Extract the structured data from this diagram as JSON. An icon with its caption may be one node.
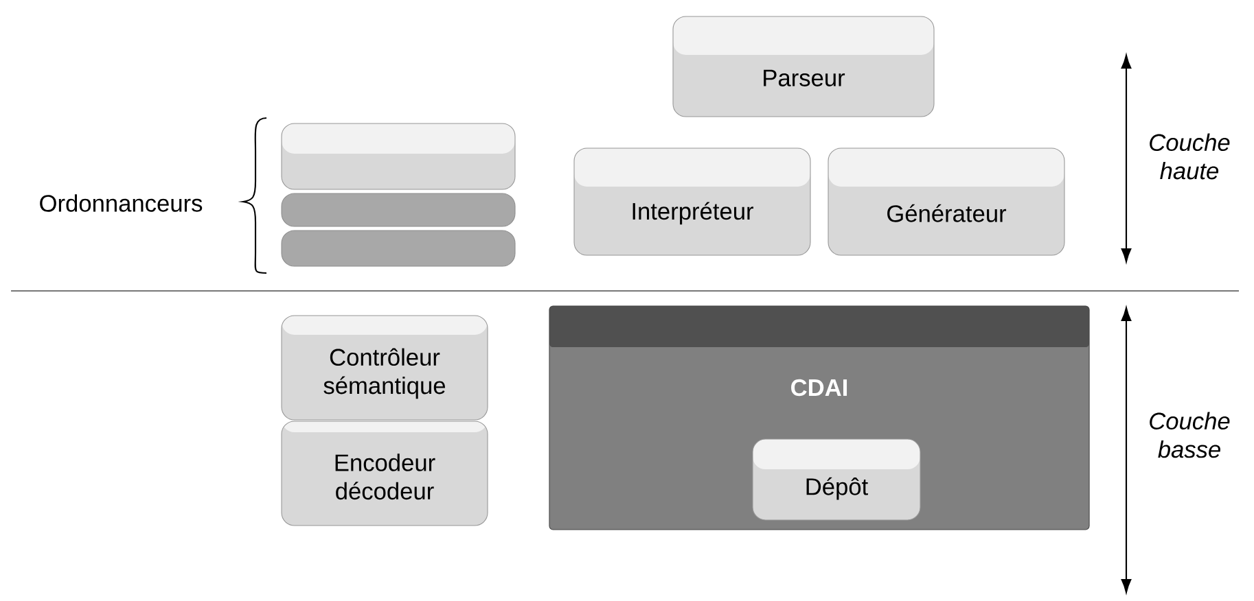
{
  "diagram": {
    "nodes": [
      {
        "text": [
          "Parseur"
        ]
      },
      {
        "text": [
          "Interpréteur"
        ]
      },
      {
        "text": [
          "Générateur"
        ]
      },
      {
        "text": [],
        "shape": "box"
      },
      {
        "text": [],
        "shape": "box"
      },
      {
        "text": [],
        "shape": "box"
      },
      {
        "text": [
          "Contrôleur sémantique"
        ]
      },
      {
        "text": [
          "Encodeur décodeur"
        ]
      },
      {
        "text": [
          "CDAI"
        ]
      },
      {
        "text": [
          "Dépôt"
        ],
        "in": 8
      }
    ],
    "labels": [
      "Ordonnanceurs",
      "Couche haute",
      "Couche basse"
    ]
  }
}
